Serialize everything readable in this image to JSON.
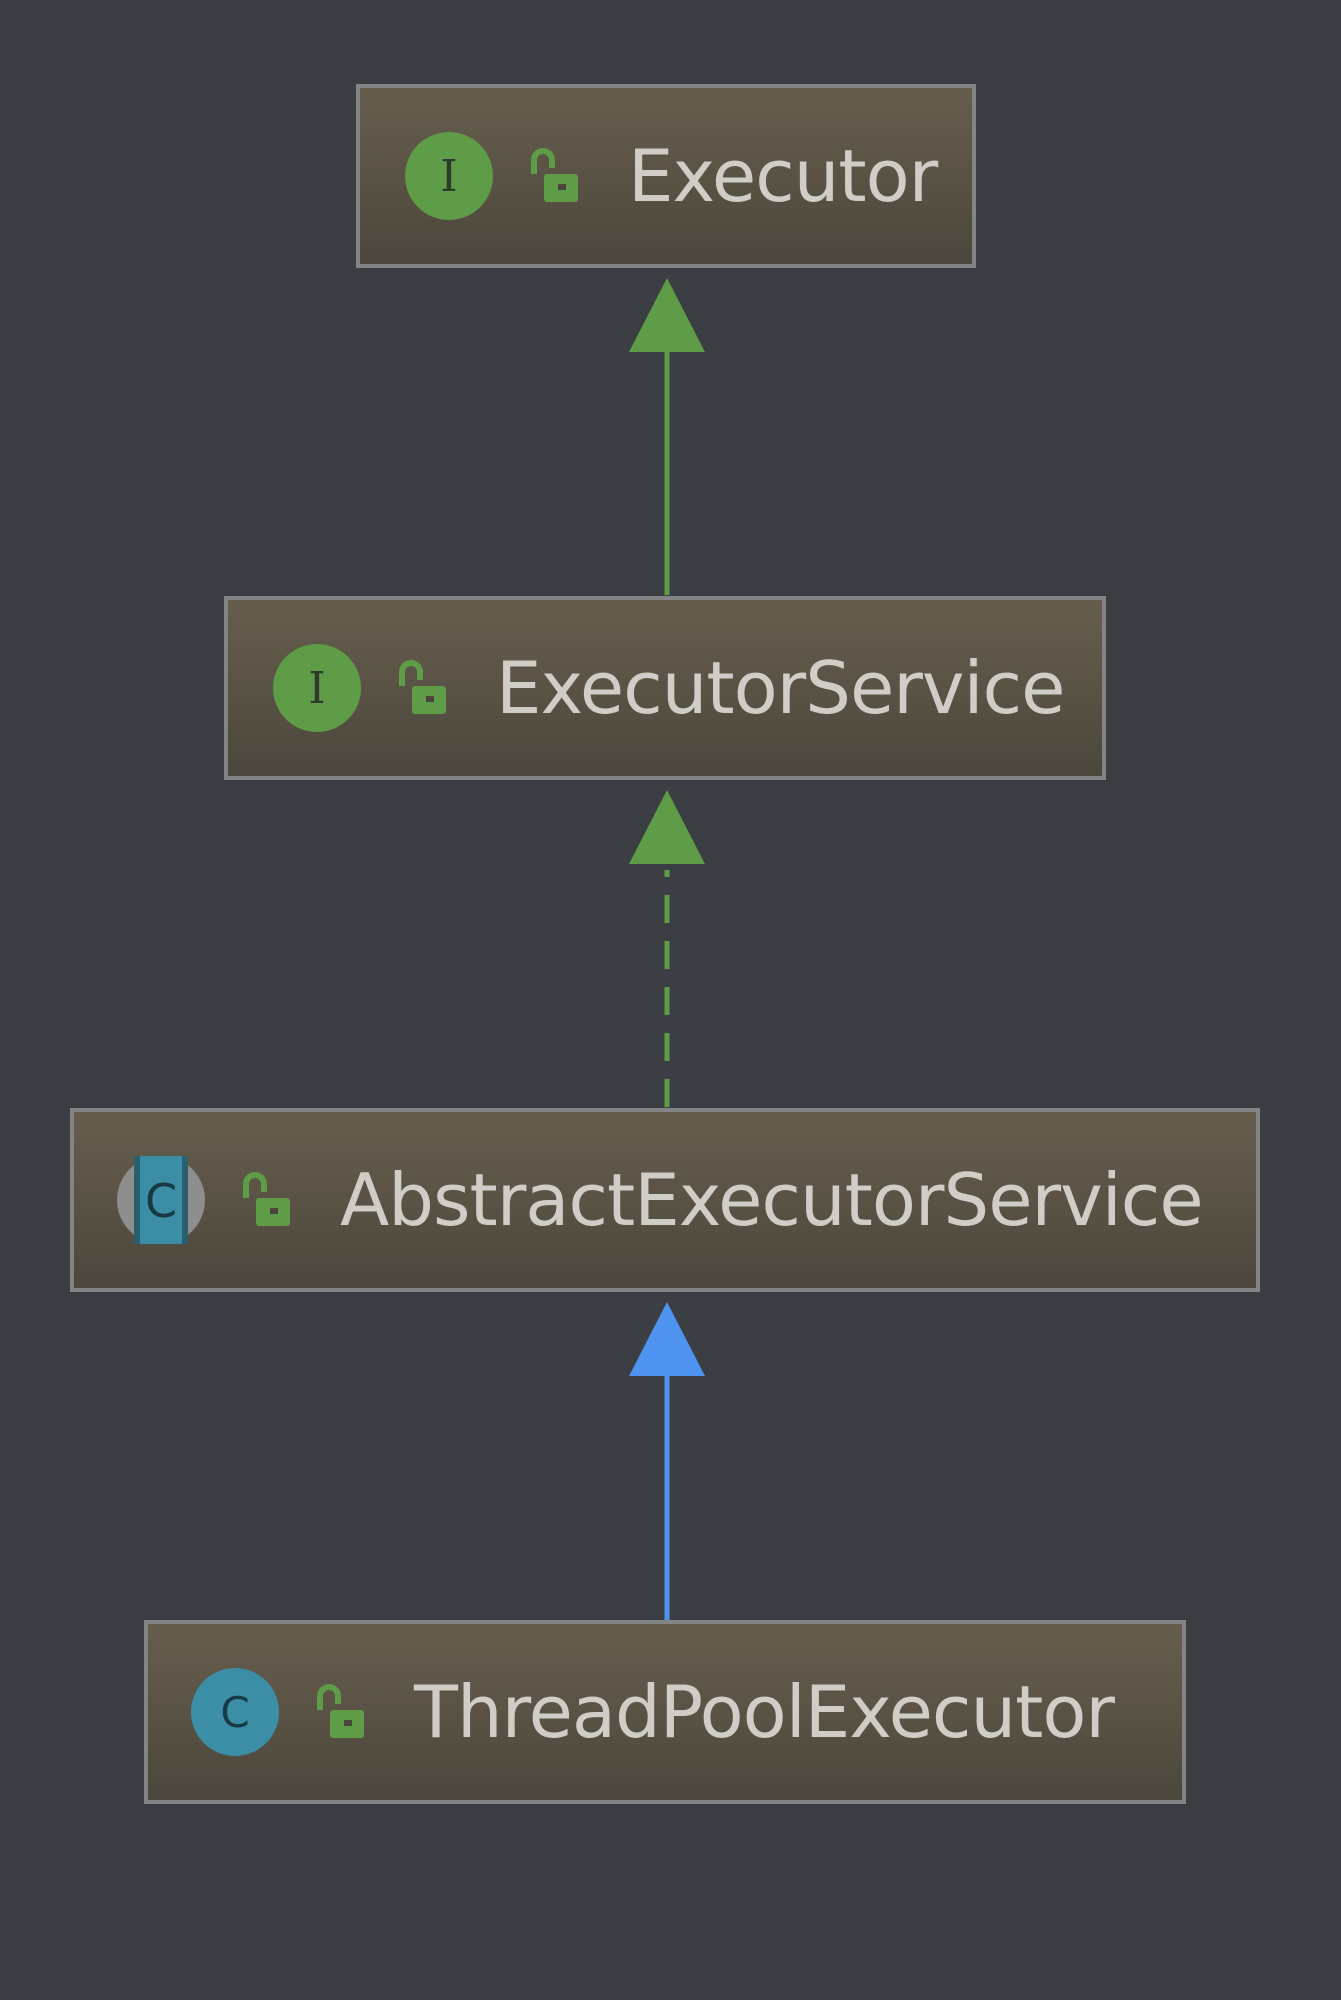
{
  "diagram": {
    "nodes": [
      {
        "id": "executor",
        "kind": "interface",
        "kind_letter": "I",
        "visibility": "public",
        "label": "Executor"
      },
      {
        "id": "executor-service",
        "kind": "interface",
        "kind_letter": "I",
        "visibility": "public",
        "label": "ExecutorService"
      },
      {
        "id": "abstract-executor-service",
        "kind": "abstract-class",
        "kind_letter": "C",
        "visibility": "public",
        "label": "AbstractExecutorService"
      },
      {
        "id": "thread-pool-executor",
        "kind": "class",
        "kind_letter": "C",
        "visibility": "public",
        "label": "ThreadPoolExecutor"
      }
    ],
    "edges": [
      {
        "from": "executor-service",
        "to": "executor",
        "type": "extends",
        "style": "solid",
        "color": "#5e9c48"
      },
      {
        "from": "abstract-executor-service",
        "to": "executor-service",
        "type": "implements",
        "style": "dashed",
        "color": "#5e9c48"
      },
      {
        "from": "thread-pool-executor",
        "to": "abstract-executor-service",
        "type": "extends",
        "style": "solid",
        "color": "#4f93f0"
      }
    ],
    "colors": {
      "background": "#3b3e42",
      "interface_icon": "#5e9c48",
      "class_icon": "#3c8ea6",
      "lock_icon": "#5e9c48",
      "label_text": "#cfcdc6"
    }
  }
}
